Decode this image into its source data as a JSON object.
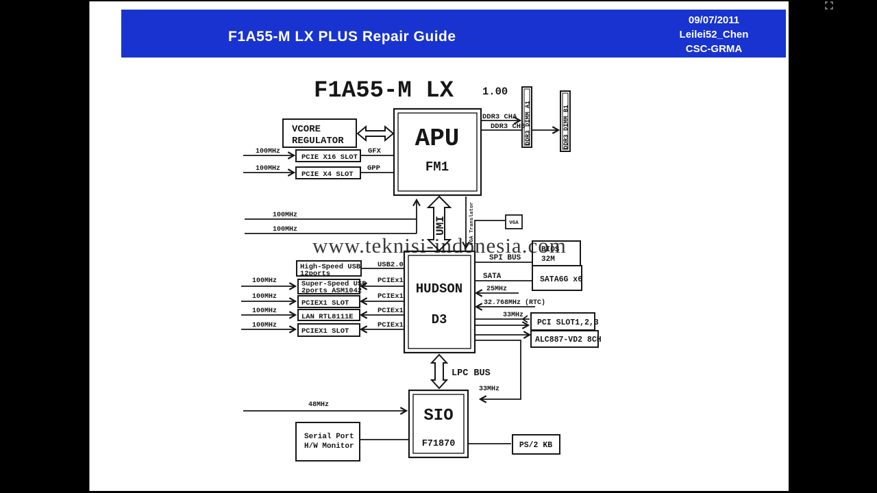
{
  "header": {
    "title": "F1A55-M LX PLUS Repair Guide",
    "date": "09/07/2011",
    "author": "Leilei52_Chen",
    "org": "CSC-GRMA"
  },
  "colors": {
    "header_bg": "#1833cf",
    "watermark": "#d84b4b",
    "bios_text": "#5d2626",
    "diagram_ink": "#161616"
  },
  "watermark": "www.teknisi-indonesia.com",
  "diagram": {
    "title": "F1A55-M LX",
    "version": "1.00",
    "apu": {
      "name": "APU",
      "socket": "FM1"
    },
    "vcore": {
      "line1": "VCORE",
      "line2": "REGULATOR"
    },
    "hudson": {
      "name": "HUDSON",
      "rev": "D3"
    },
    "sio": {
      "name": "SIO",
      "part": "F71870"
    },
    "dimm_a1": "DDR3 DIMM A1",
    "dimm_b1": "DDR3 DIMM B1",
    "labels": {
      "clk100": "100MHz",
      "clk25": "25MHz",
      "clk33": "33MHz",
      "clk48": "48MHz",
      "rtc": "32.768MHz (RTC)",
      "gfx": "GFX",
      "gpp": "GPP",
      "usb20": "USB2.0",
      "pciex1": "PCIEx1",
      "umi": "UMI",
      "vga_translator": "VGA Translator",
      "spi_bus": "SPI BUS",
      "sata": "SATA",
      "lpc_bus": "LPC BUS",
      "ddr3_cha": "DDR3 CHA",
      "ddr3_chb": "DDR3 CHB"
    },
    "boxes": {
      "pcie_x16": "PCIE X16 SLOT",
      "pcie_x4": "PCIE X4 SLOT",
      "usb_hs1": "High-Speed USB",
      "usb_hs2": "12ports",
      "usb_ss1": "Super-Speed USB",
      "usb_ss2": "2ports ASM1042",
      "pciex1_slot": "PCIEX1 SLOT",
      "lan": "LAN RTL8111E",
      "bios1": "BIOS",
      "bios2": "32M",
      "sata6g": "SATA6G x6",
      "pci_slot": "PCI SLOT1,2,3",
      "alc": "ALC887-VD2 8CH",
      "vga": "VGA",
      "ps2": "PS/2 KB",
      "serial1": "Serial Port",
      "serial2": "H/W Monitor"
    }
  }
}
